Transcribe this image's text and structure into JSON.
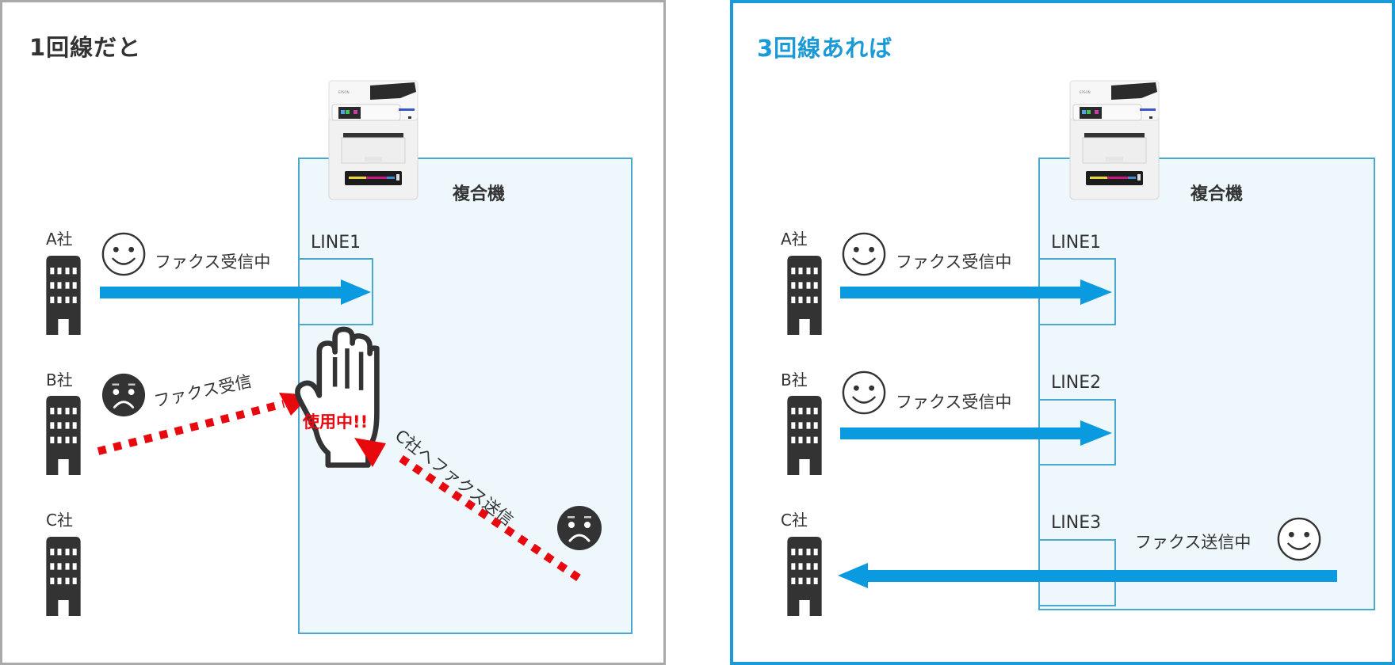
{
  "colors": {
    "left_border": "#a9a9a9",
    "right_border": "#1a9ad6",
    "right_title": "#1a9ad6",
    "machine_box_fill": "#eef7fc",
    "machine_box_stroke": "#4aa8cc",
    "arrow_blue": "#0a9ae0",
    "arrow_red": "#e8090f",
    "dark": "#333333"
  },
  "left": {
    "title": "1回線だと",
    "machine_label": "複合機",
    "line_labels": [
      "LINE1"
    ],
    "companies": [
      "A社",
      "B社",
      "C社"
    ],
    "status_a": "ファクス受信中",
    "status_b": "ファクス受信",
    "status_c": "C社へファクス送信",
    "busy_label": "使用中!!"
  },
  "right": {
    "title": "3回線あれば",
    "machine_label": "複合機",
    "line_labels": [
      "LINE1",
      "LINE2",
      "LINE3"
    ],
    "companies": [
      "A社",
      "B社",
      "C社"
    ],
    "status_a": "ファクス受信中",
    "status_b": "ファクス受信中",
    "status_c": "ファクス送信中"
  },
  "icons": {
    "building": "office-building-icon",
    "smile": "smiley-face-icon",
    "sad": "sad-face-icon",
    "hand": "stop-hand-icon",
    "printer": "multifunction-printer-icon"
  }
}
